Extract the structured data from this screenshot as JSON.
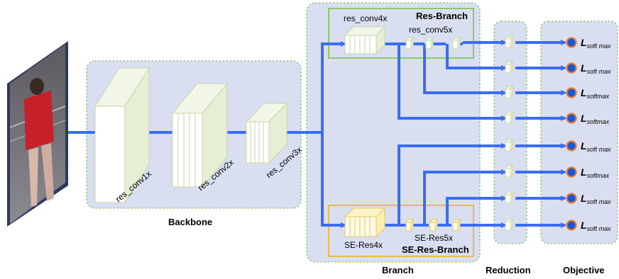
{
  "sections": {
    "backbone": "Backbone",
    "branch": "Branch",
    "reduction": "Reduction",
    "objective": "Objective"
  },
  "branches": {
    "res_branch": "Res-Branch",
    "se_res_branch": "SE-Res-Branch"
  },
  "layers": {
    "conv1": "res_conv1x",
    "conv2": "res_conv2x",
    "conv3": "res_conv3x",
    "conv4": "res_conv4x",
    "conv5": "res_conv5x",
    "se4": "SE-Res4x",
    "se5": "SE-Res5x"
  },
  "losses": [
    {
      "L": "L",
      "sub": "soft max"
    },
    {
      "L": "L",
      "sub": "soft max"
    },
    {
      "L": "L",
      "sub": "softmax"
    },
    {
      "L": "L",
      "sub": "softmax"
    },
    {
      "L": "L",
      "sub": "soft max"
    },
    {
      "L": "L",
      "sub": "softmax"
    },
    {
      "L": "L",
      "sub": "soft max"
    },
    {
      "L": "L",
      "sub": "soft max"
    }
  ],
  "colors": {
    "panel": "#d9dff0",
    "panel_border": "#86c26a",
    "flow": "#3a6df0",
    "res_branch_border": "#7cc24a",
    "se_branch_border": "#f0b020",
    "loss_dot": "#1a56d8",
    "loss_ring": "#f07a1a"
  },
  "icons": {
    "input": "pedestrian-image"
  }
}
